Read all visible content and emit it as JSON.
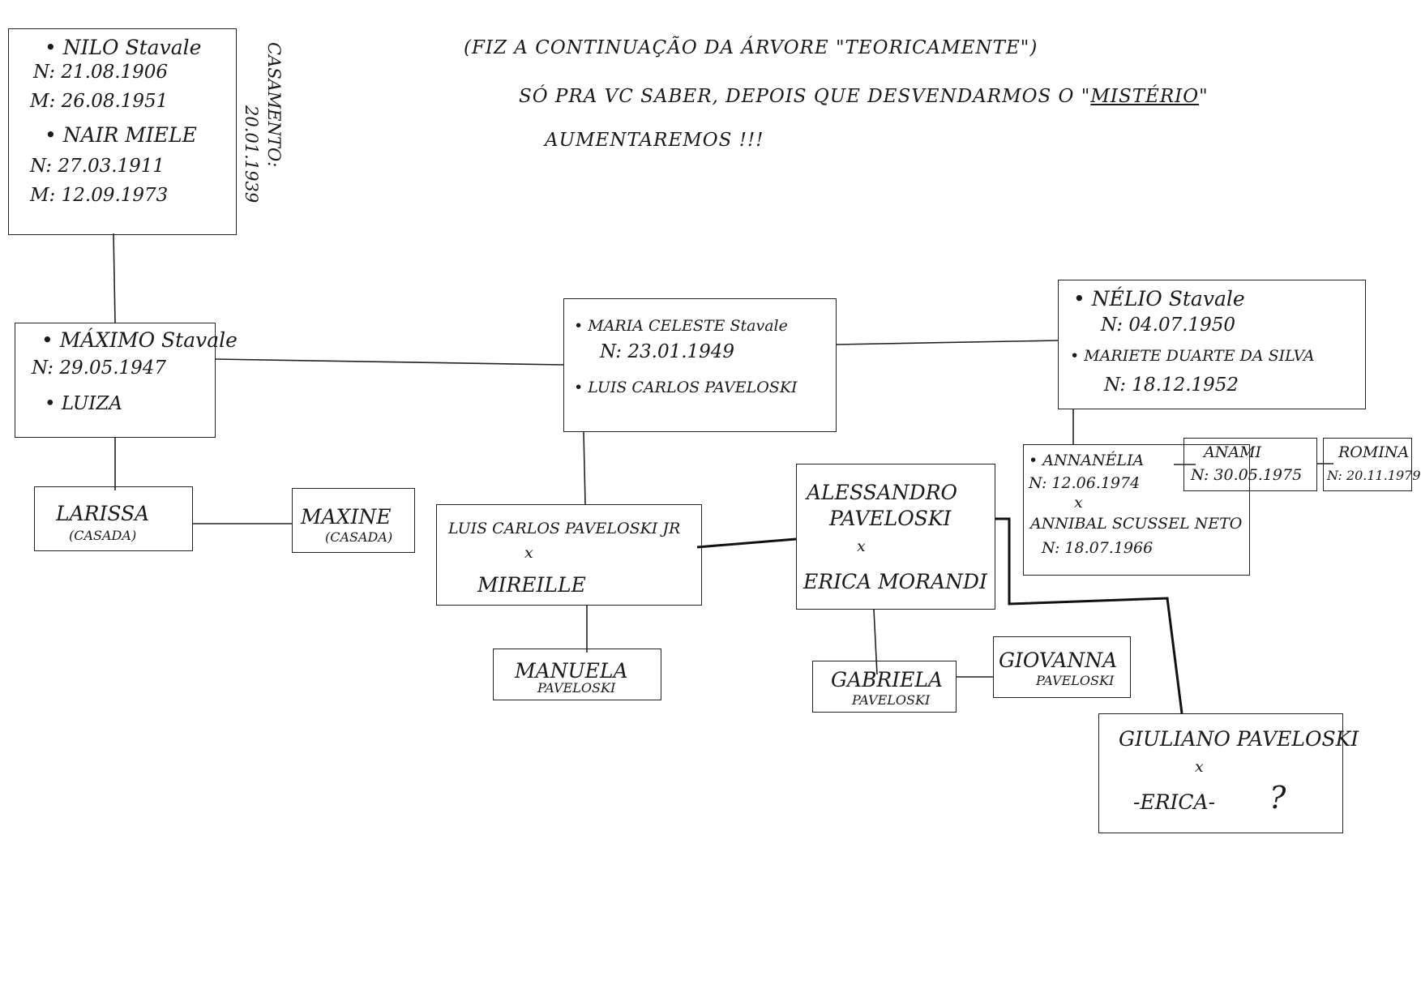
{
  "header_note": {
    "line1": "(FIZ A CONTINUAÇÃO DA ÁRVORE \"TEORICAMENTE\")",
    "line2_a": "SÓ PRA VC SABER, DEPOIS QUE DESVENDARMOS O \"",
    "line2_b": "MISTÉRIO",
    "line2_c": "\"",
    "line3": "AUMENTAREMOS !!!"
  },
  "grandparents": {
    "person1_name": "• NILO Stavale",
    "person1_born": "N: 21.08.1906",
    "person1_died": "M: 26.08.1951",
    "person2_name": "• NAIR MIELE",
    "person2_born": "N: 27.03.1911",
    "person2_died": "M: 12.09.1973",
    "marriage_label": "CASAMENTO:",
    "marriage_date": "20.01.1939"
  },
  "maximo": {
    "name": "• MÁXIMO Stavale",
    "born": "N: 29.05.1947",
    "spouse": "• LUIZA"
  },
  "maria": {
    "name": "• MARIA CELESTE Stavale",
    "born": "N: 23.01.1949",
    "spouse": "• LUIS CARLOS PAVELOSKI"
  },
  "nelio": {
    "name": "• NÉLIO Stavale",
    "born": "N: 04.07.1950",
    "spouse": "• MARIETE DUARTE DA SILVA",
    "spouse_born": "N: 18.12.1952"
  },
  "larissa": {
    "name": "LARISSA",
    "note": "(CASADA)"
  },
  "maxine": {
    "name": "MAXINE",
    "note": "(CASADA)"
  },
  "luis_jr": {
    "name": "LUIS CARLOS PAVELOSKI JR",
    "x": "x",
    "spouse": "MIREILLE"
  },
  "manuela": {
    "name": "MANUELA",
    "surname": "PAVELOSKI"
  },
  "alessandro": {
    "name": "ALESSANDRO",
    "surname": "PAVELOSKI",
    "x": "x",
    "spouse": "ERICA MORANDI"
  },
  "gabriela": {
    "name": "GABRIELA",
    "surname": "PAVELOSKI"
  },
  "giovanna": {
    "name": "GIOVANNA",
    "surname": "PAVELOSKI"
  },
  "giuliano": {
    "name": "GIULIANO PAVELOSKI",
    "x": "x",
    "spouse": "-ERICA-",
    "mark": "?"
  },
  "annanelia": {
    "name": "• ANNANÉLIA",
    "born": "N: 12.06.1974",
    "x": "x",
    "spouse": "ANNIBAL SCUSSEL NETO",
    "spouse_born": "N: 18.07.1966"
  },
  "anami": {
    "name": "ANAMI",
    "born": "N: 30.05.1975"
  },
  "romina": {
    "name": "ROMINA",
    "born": "N: 20.11.1979"
  }
}
